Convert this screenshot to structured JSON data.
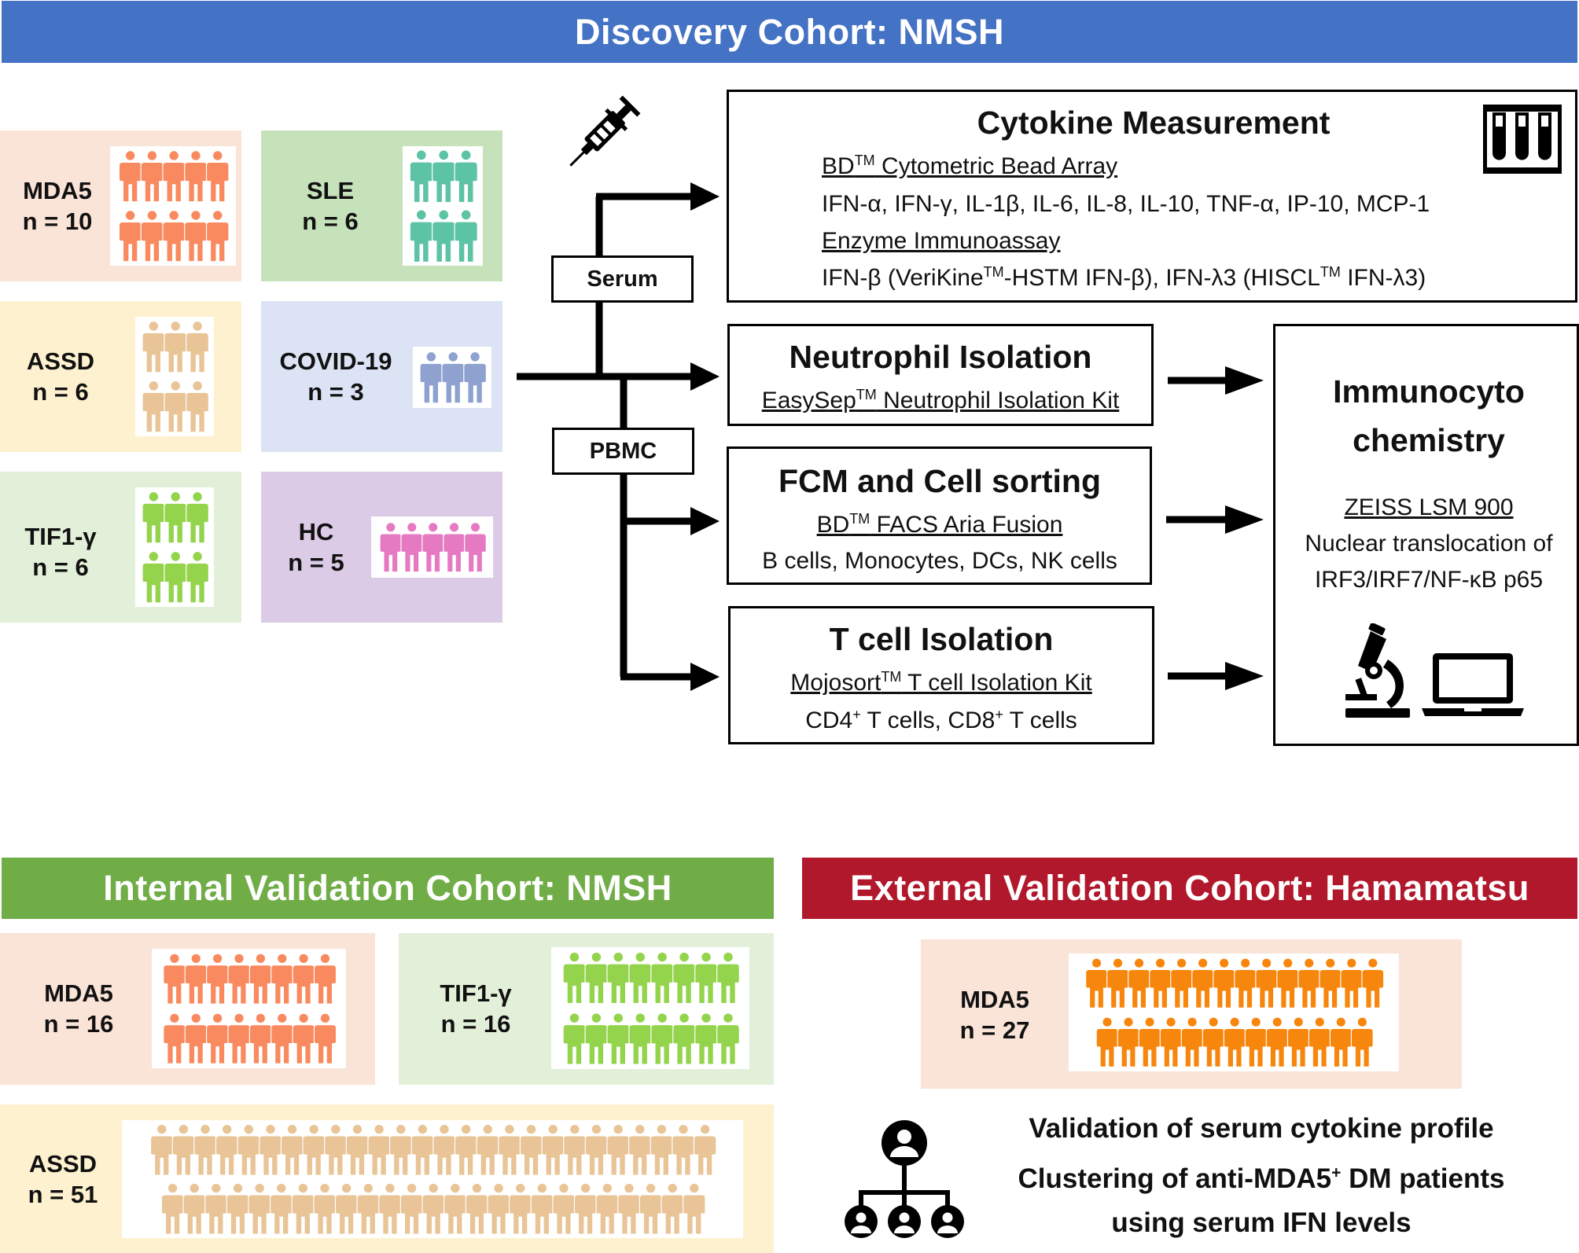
{
  "colors": {
    "discovery_banner": "#4472c4",
    "internal_banner": "#70ad47",
    "external_banner": "#b2182b",
    "mda5": "#f98a5f",
    "mda5_bg": "#fae3d7",
    "mda5_ext": "#f7860d",
    "sle": "#5cc3a4",
    "sle_bg": "#c6e2bb",
    "assd": "#e8c496",
    "assd_bg": "#fdf1cf",
    "covid": "#8ea1cf",
    "covid_bg": "#dbe3f4",
    "tif1": "#94d44d",
    "tif1_bg": "#e3f0d9",
    "hc": "#e57ac3",
    "hc_bg": "#dccbe6"
  },
  "discovery": {
    "title": "Discovery Cohort: NMSH",
    "groups": [
      {
        "name": "MDA5",
        "n": "n = 10",
        "count": 10
      },
      {
        "name": "SLE",
        "n": "n = 6",
        "count": 6
      },
      {
        "name": "ASSD",
        "n": "n = 6",
        "count": 6
      },
      {
        "name": "COVID-19",
        "n": "n = 3",
        "count": 3
      },
      {
        "name": "TIF1-γ",
        "n": "n = 6",
        "count": 6
      },
      {
        "name": "HC",
        "n": "n = 5",
        "count": 5
      }
    ]
  },
  "flow": {
    "serum_label": "Serum",
    "pbmc_label": "PBMC",
    "syringe_icon": "syringe-icon"
  },
  "cytokine": {
    "title": "Cytokine Measurement",
    "cba_prefix": "BD",
    "cba_sup": "TM",
    "cba_rest": " Cytometric Bead Array",
    "cba_list": "IFN-α, IFN-γ, IL-1β, IL-6, IL-8, IL-10, TNF-α, IP-10, MCP-1",
    "eia": "Enzyme Immunoassay",
    "eia_a": "IFN-β (VeriKine",
    "eia_sup1": "TM",
    "eia_b": "-HSTM IFN-β), IFN-λ3 (HISCL",
    "eia_sup2": "TM",
    "eia_c": " IFN-λ3)",
    "icon": "test-tubes-icon"
  },
  "neutrophil": {
    "title": "Neutrophil Isolation",
    "kit_a": "EasySep",
    "kit_sup": "TM",
    "kit_b": " Neutrophil Isolation Kit"
  },
  "fcm": {
    "title": "FCM and Cell sorting",
    "kit_a": "BD",
    "kit_sup": "TM",
    "kit_b": " FACS Aria Fusion",
    "cells": "B cells, Monocytes, DCs, NK cells"
  },
  "tcell": {
    "title": "T cell Isolation",
    "kit_a": "Mojosort",
    "kit_sup": "TM",
    "kit_b": " T cell Isolation Kit",
    "cells_a": "CD4",
    "cells_sup1": "+",
    "cells_b": " T cells, CD8",
    "cells_sup2": "+",
    "cells_c": " T cells"
  },
  "icc": {
    "title1": "Immunocyto",
    "title2": "chemistry",
    "scope": "ZEISS LSM 900",
    "line1": "Nuclear translocation of",
    "line2": "IRF3/IRF7/NF-κB p65"
  },
  "internal": {
    "title": "Internal Validation Cohort: NMSH",
    "groups": [
      {
        "name": "MDA5",
        "n": "n = 16",
        "count": 16
      },
      {
        "name": "TIF1-γ",
        "n": "n = 16",
        "count": 16
      },
      {
        "name": "ASSD",
        "n": "n = 51",
        "count": 51
      }
    ]
  },
  "external": {
    "title": "External Validation Cohort: Hamamatsu",
    "groups": [
      {
        "name": "MDA5",
        "n": "n = 27",
        "count": 27
      }
    ],
    "note1": "Validation of serum cytokine profile",
    "note2_a": "Clustering of anti-MDA5",
    "note2_sup": "+",
    "note2_b": " DM patients",
    "note3": "using serum IFN levels"
  }
}
